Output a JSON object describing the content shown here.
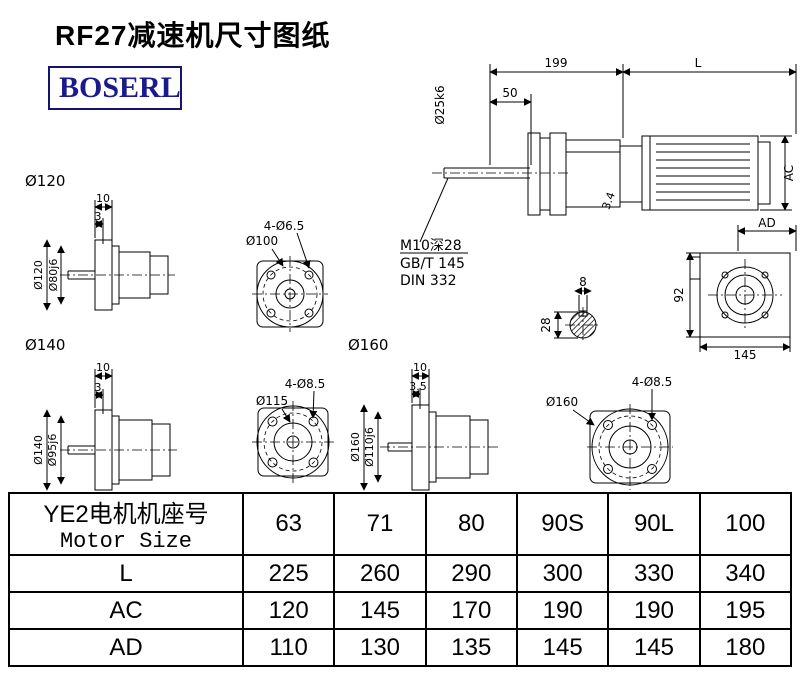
{
  "title": "RF27减速机尺寸图纸",
  "logo": "BOSERL",
  "main_view": {
    "dim_199": "199",
    "dim_l": "L",
    "dim_50": "50",
    "dim_shaft": "Ø25k6",
    "dim_ac": "AC",
    "note_angle": "3.4",
    "thread_note": "M10深28",
    "std1": "GB/T 145",
    "std2": "DIN 332"
  },
  "side_view": {
    "dim_ad": "AD",
    "dim_92": "92",
    "dim_145": "145",
    "dim_8": "8",
    "dim_28": "28"
  },
  "flange_120": {
    "label": "Ø120",
    "dim_10": "10",
    "dim_3": "3",
    "dim_outer": "Ø120",
    "dim_spigot": "Ø80j6"
  },
  "flange_100": {
    "holes": "4-Ø6.5",
    "dim_outer": "Ø100"
  },
  "flange_140": {
    "label": "Ø140",
    "dim_10": "10",
    "dim_3": "3",
    "dim_outer": "Ø140",
    "dim_spigot": "Ø95j6"
  },
  "flange_115": {
    "dim_outer": "Ø115",
    "holes": "4-Ø8.5"
  },
  "flange_160_section": {
    "label": "Ø160",
    "dim_10": "10",
    "dim_3_5": "3.5",
    "dim_outer": "Ø160",
    "dim_spigot": "Ø110j6"
  },
  "flange_160_front": {
    "dim_outer": "Ø160",
    "holes": "4-Ø8.5"
  },
  "table": {
    "header_line1": "YE2电机机座号",
    "header_line2": "Motor Size",
    "sizes": [
      "63",
      "71",
      "80",
      "90S",
      "90L",
      "100"
    ],
    "rows": [
      {
        "label": "L",
        "values": [
          "225",
          "260",
          "290",
          "300",
          "330",
          "340"
        ]
      },
      {
        "label": "AC",
        "values": [
          "120",
          "145",
          "170",
          "190",
          "190",
          "195"
        ]
      },
      {
        "label": "AD",
        "values": [
          "110",
          "130",
          "135",
          "145",
          "145",
          "180"
        ]
      }
    ]
  }
}
